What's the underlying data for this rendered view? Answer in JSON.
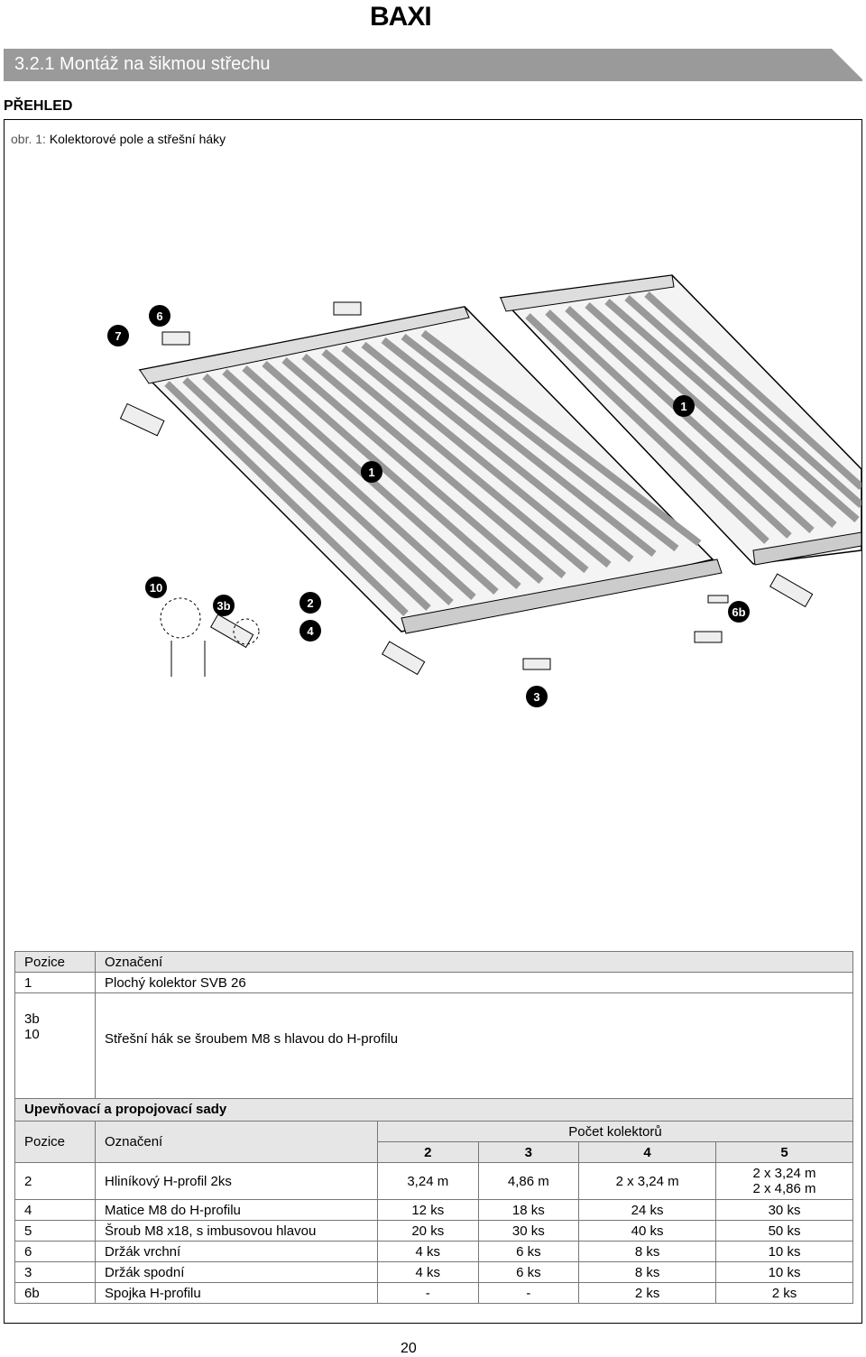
{
  "brand": "BAXI",
  "section_title": "3.2.1 Montáž na šikmou střechu",
  "overview_heading": "PŘEHLED",
  "figure": {
    "prefix": "obr. 1:",
    "title": "Kolektorové pole a střešní háky",
    "callouts": [
      "7",
      "6",
      "1",
      "1",
      "10",
      "3b",
      "2",
      "4",
      "6b",
      "3"
    ]
  },
  "table1": {
    "headers": [
      "Pozice",
      "Označení"
    ],
    "rows": [
      {
        "pos": "1",
        "name": "Plochý kolektor SVB 26"
      },
      {
        "pos_a": "3b",
        "pos_b": "10",
        "name": "Střešní hák se šroubem M8 s hlavou do H-profilu"
      }
    ]
  },
  "table2": {
    "title": "Upevňovací a propojovací sady",
    "headers": {
      "pos": "Pozice",
      "name": "Označení",
      "count": "Počet kolektorů"
    },
    "counts": [
      "2",
      "3",
      "4",
      "5"
    ],
    "rows": [
      {
        "pos": "2",
        "name": "Hliníkový H-profil 2ks",
        "v": [
          "3,24 m",
          "4,86 m",
          "2 x 3,24 m",
          "2 x 3,24 m",
          "2 x 4,86 m"
        ]
      },
      {
        "pos": "4",
        "name": "Matice M8 do H-profilu",
        "v": [
          "12 ks",
          "18 ks",
          "24 ks",
          "30 ks"
        ]
      },
      {
        "pos": "5",
        "name": "Šroub M8 x18, s imbusovou hlavou",
        "v": [
          "20 ks",
          "30 ks",
          "40 ks",
          "50 ks"
        ]
      },
      {
        "pos": "6",
        "name": "Držák vrchní",
        "v": [
          "4 ks",
          "6 ks",
          "8 ks",
          "10 ks"
        ]
      },
      {
        "pos": "3",
        "name": "Držák spodní",
        "v": [
          "4 ks",
          "6 ks",
          "8 ks",
          "10 ks"
        ]
      },
      {
        "pos": "6b",
        "name": "Spojka H-profilu",
        "v": [
          "-",
          "-",
          "2 ks",
          "2 ks"
        ]
      }
    ]
  },
  "page_number": "20"
}
